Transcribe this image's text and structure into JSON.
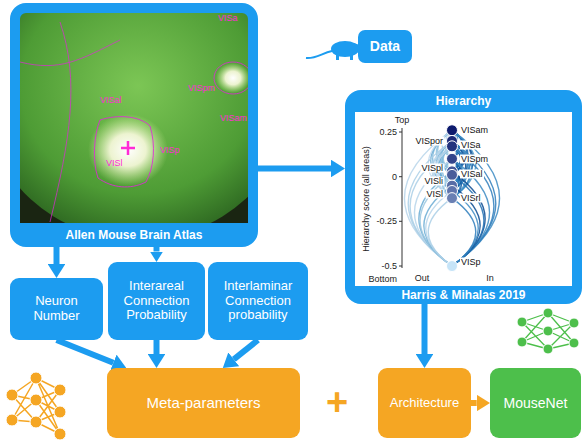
{
  "diagram": {
    "nodes": [
      {
        "text": [
          "Allen Mouse Brain Atlas"
        ]
      },
      {
        "text": [
          "Data"
        ]
      },
      {
        "text": [
          "Hierarchy",
          "Harris & Mihalas 2019"
        ]
      },
      {
        "text": [
          "Neuron Number"
        ]
      },
      {
        "text": [
          "Interareal Connection Probability"
        ]
      },
      {
        "text": [
          "Interlaminar Connection probability"
        ]
      },
      {
        "text": [
          "Meta-parameters"
        ]
      },
      {
        "text": [
          "Architecture"
        ]
      },
      {
        "text": [
          "MouseNet"
        ]
      }
    ],
    "edges": [
      {
        "from": 0,
        "to": 3,
        "arrow": "to"
      },
      {
        "from": 0,
        "to": 4,
        "arrow": "to"
      },
      {
        "from": 0,
        "to": 2,
        "arrow": "to"
      },
      {
        "from": 3,
        "to": 6,
        "arrow": "to"
      },
      {
        "from": 4,
        "to": 6,
        "arrow": "to"
      },
      {
        "from": 5,
        "to": 6,
        "arrow": "to"
      },
      {
        "from": 2,
        "to": 7,
        "arrow": "to"
      },
      {
        "from": 7,
        "to": 8,
        "arrow": "to"
      }
    ],
    "labels": [
      "VISa",
      "VISpm",
      "VISam",
      "VISal",
      "VISl",
      "VISp",
      "+",
      "Top",
      "0.25",
      "0",
      "-0.25",
      "-0.5",
      "Bottom",
      "Hierarchy score (all areas)",
      "Out",
      "In",
      "VISam",
      "VISpor",
      "VISa",
      "VISpm",
      "VISpl",
      "VISal",
      "VISli",
      "VISl",
      "VISrl",
      "VISp"
    ]
  }
}
